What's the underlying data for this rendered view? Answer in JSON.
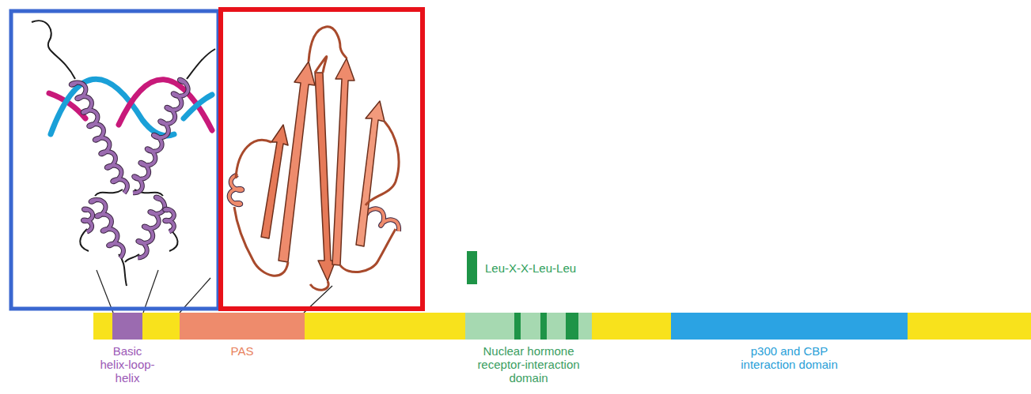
{
  "diagram": {
    "nodes": [
      {
        "text": [
          "Basic helix-loop-helix"
        ]
      },
      {
        "text": [
          "PAS"
        ]
      },
      {
        "text": [
          "Nuclear hormone receptor-interaction domain"
        ]
      },
      {
        "text": [
          "p300 and CBP interaction domain"
        ]
      }
    ],
    "legend": [
      {
        "text": "Leu-X-X-Leu-Leu",
        "color": "#1e9447"
      }
    ]
  }
}
